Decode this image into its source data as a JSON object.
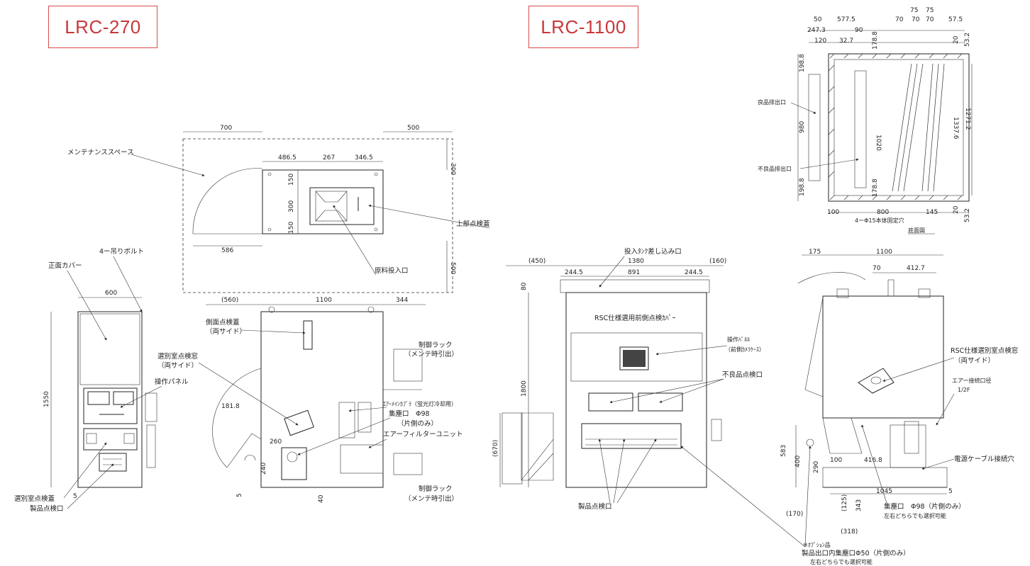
{
  "titles": {
    "left": "LRC-270",
    "right": "LRC-1100"
  },
  "lrc270": {
    "top_dims": [
      "700",
      "500",
      "486.5",
      "267",
      "346.5",
      "300",
      "150",
      "300",
      "150",
      "586",
      "500"
    ],
    "front_dims": [
      "600",
      "1550",
      "5"
    ],
    "side_dims": [
      "(560)",
      "1100",
      "344",
      "181.8",
      "260",
      "240",
      "5",
      "40"
    ],
    "labels": {
      "maintenance_space": "メンテナンススペース",
      "top_inspection": "上部点検蓋",
      "material_inlet": "原料投入口",
      "hanging_bolt": "4ー吊りボルト",
      "front_cover": "正面カバー",
      "side_inspection": "側面点検蓋",
      "both_sides": "（両サイド）",
      "sorting_window": "選別室点検窓",
      "sorting_window_sides": "（両サイド）",
      "operation_panel": "操作パネル",
      "control_rack_1": "制御ラック",
      "maint_pull_1": "（メンテ時引出）",
      "air_coupling": "ｴｱｰﾒｲﾝｶﾌﾟﾗ（蛍光灯冷却用）",
      "dust_port": "集塵口　Φ98",
      "one_side": "（片側のみ）",
      "air_filter": "エアーフィルターユニット",
      "control_rack_2": "制御ラック",
      "maint_pull_2": "（メンテ時引出）",
      "sorting_inspection_lid": "選別室点検蓋",
      "product_inspection": "製品点検口"
    }
  },
  "lrc1100": {
    "bottom_view_dims": [
      "50",
      "577.5",
      "75",
      "75",
      "57.5",
      "247.3",
      "90",
      "70",
      "70",
      "70",
      "120",
      "32.7",
      "178.8",
      "20",
      "53.2",
      "198.8",
      "980",
      "1020",
      "1337.6",
      "1271.2",
      "198.8",
      "178.8",
      "100",
      "800",
      "145",
      "20",
      "53.2"
    ],
    "bottom_view_labels": {
      "good_outlet": "良品排出口",
      "bad_outlet": "不良品排出口",
      "bolt_holes": "4ーΦ15本体固定穴",
      "bottom_view": "底面図"
    },
    "front_dims": [
      "(450)",
      "1380",
      "(160)",
      "244.5",
      "891",
      "244.5",
      "80",
      "1800",
      "(670)"
    ],
    "front_labels": {
      "tank_inlet": "投入ﾀﾝｸ差し込み口",
      "cover_name": "RSC仕様選用前側点検ｶﾊﾞｰ",
      "operation_panel": "操作ﾊﾟﾈﾙ",
      "operation_panel_sub": "（前側ｶﾒﾗｹｰｽ）",
      "reject_inspection": "不良品点検口",
      "product_inspection": "製品点検口"
    },
    "side_dims": [
      "175",
      "1100",
      "70",
      "412.7",
      "583",
      "400",
      "290",
      "100",
      "416.8",
      "1045",
      "5",
      "(125)",
      "343",
      "(170)",
      "(318)"
    ],
    "side_labels": {
      "rsc_window": "RSC仕様選別室点検窓",
      "rsc_window_sub": "（両サイド）",
      "air_inlet": "エアー接続口径",
      "air_inlet_size": "1/2F",
      "power_cable": "電源ケーブル接続穴",
      "dust_port": "集塵口　Φ98（片側のみ）",
      "either_side": "左右どちらでも選択可能",
      "option": "※ｵﾌﾟｼｮﾝ品",
      "product_dust": "製品出口内集塵口Φ50（片側のみ）",
      "either_side_2": "左右どちらでも選択可能"
    }
  }
}
